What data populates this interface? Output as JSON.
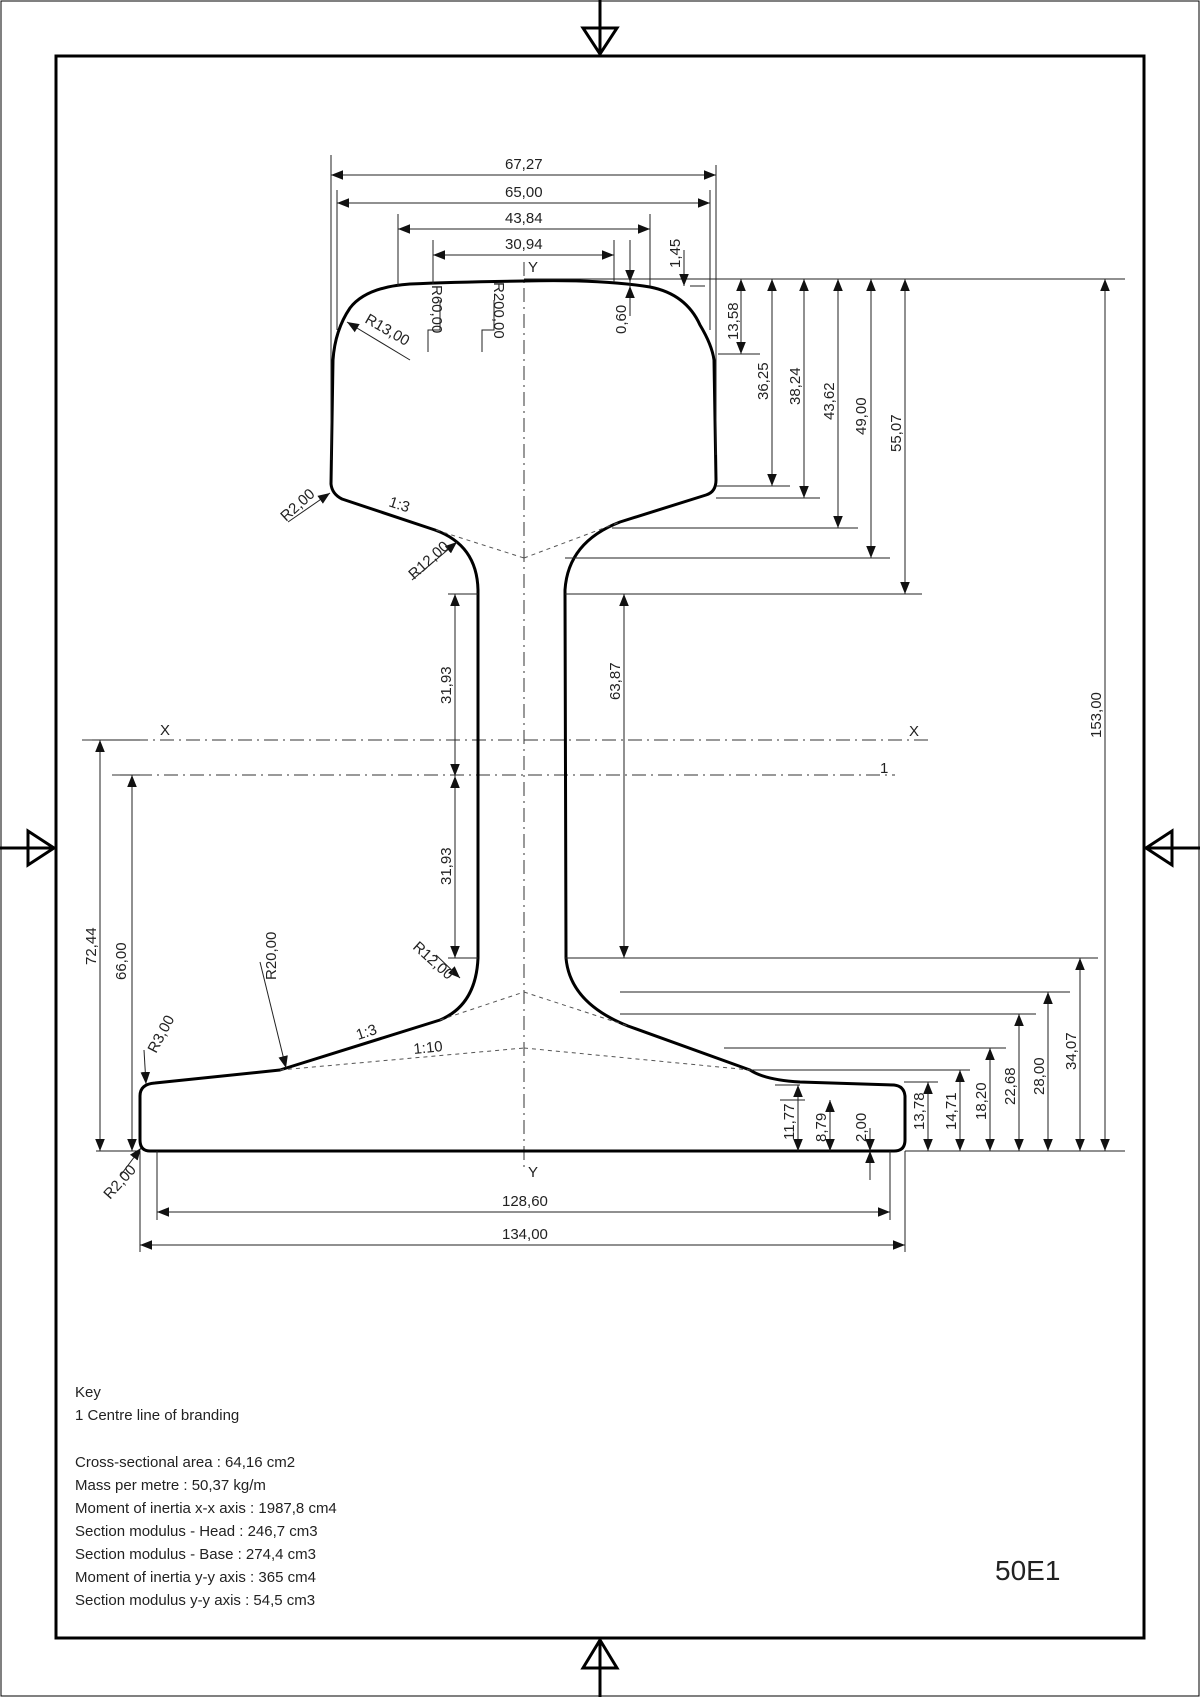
{
  "profile_name": "50E1",
  "axis_labels": {
    "x_left": "X",
    "x_right": "X",
    "y_top": "Y",
    "y_bottom": "Y",
    "branding_line": "1"
  },
  "dimensions": {
    "w_67_27": "67,27",
    "w_65_00": "65,00",
    "w_43_84": "43,84",
    "w_30_94": "30,94",
    "w_1_45": "1,45",
    "w_0_60": "0,60",
    "w_128_60": "128,60",
    "w_134_00": "134,00",
    "h_13_58": "13,58",
    "h_36_25": "36,25",
    "h_38_24": "38,24",
    "h_43_62": "43,62",
    "h_49_00": "49,00",
    "h_55_07": "55,07",
    "h_153_00": "153,00",
    "h_63_87": "63,87",
    "h_31_93_top": "31,93",
    "h_31_93_bottom": "31,93",
    "h_72_44": "72,44",
    "h_66_00": "66,00",
    "h_11_77": "11,77",
    "h_8_79": "8,79",
    "h_2_00": "2,00",
    "h_13_78": "13,78",
    "h_14_71": "14,71",
    "h_18_20": "18,20",
    "h_22_68": "22,68",
    "h_28_00": "28,00",
    "h_34_07": "34,07"
  },
  "radii": {
    "r60": "R60,00",
    "r200": "R200,00",
    "r13": "R13,00",
    "r2_head": "R2,00",
    "r12_top": "R12,00",
    "r12_bottom": "R12,00",
    "r20": "R20,00",
    "r3": "R3,00",
    "r2_foot": "R2,00"
  },
  "slopes": {
    "head_slope": "1:3",
    "foot_slope": "1:3",
    "foot_taper": "1:10"
  },
  "key": {
    "title": "Key",
    "item_1": "1 Centre line of branding",
    "properties": [
      "Cross-sectional area : 64,16 cm2",
      "Mass per metre : 50,37 kg/m",
      "Moment of inertia x-x axis : 1987,8 cm4",
      "Section modulus - Head : 246,7 cm3",
      "Section modulus - Base : 274,4 cm3",
      "Moment of inertia y-y axis : 365 cm4",
      "Section modulus y-y axis : 54,5 cm3"
    ]
  }
}
